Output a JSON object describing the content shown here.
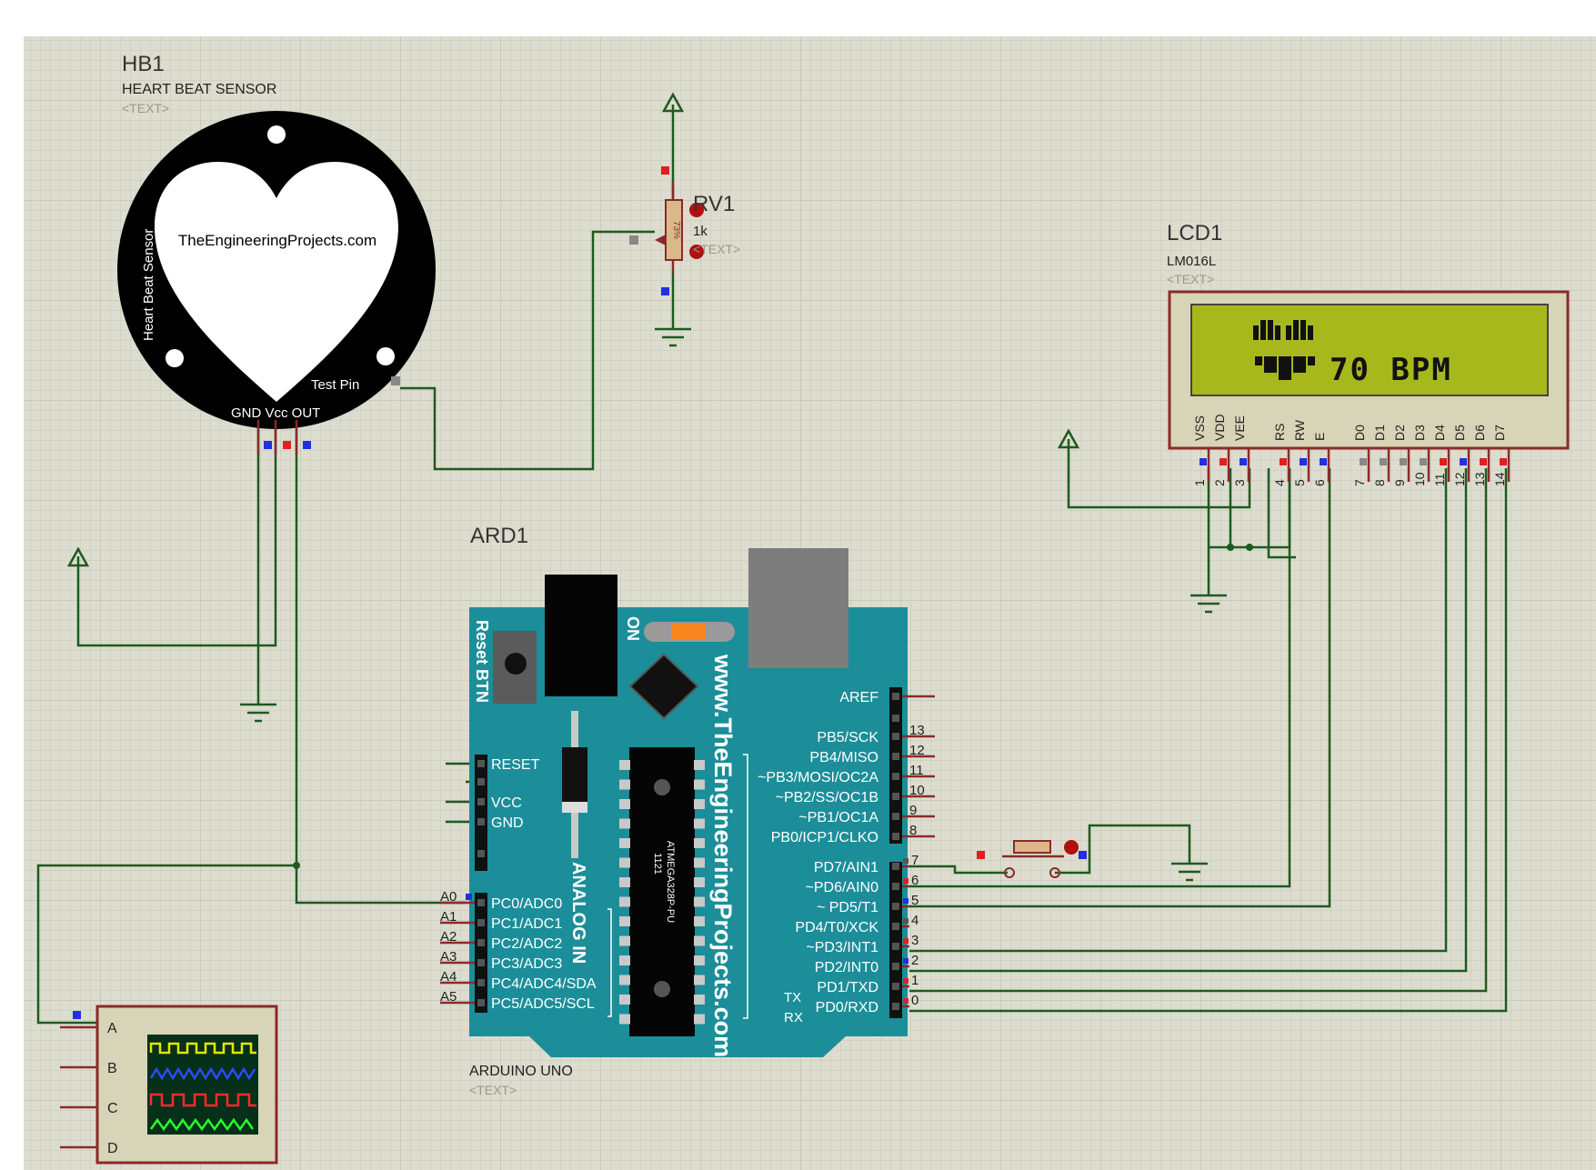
{
  "colors": {
    "sheet": "#dcdccf",
    "grid": "#c4c4b3",
    "wire": "#1f5a1f",
    "board": "#1b8e99",
    "lcd_screen": "#a7b81d",
    "lcd_frame": "#8b2a2a",
    "pin_red": "#e02020",
    "pin_blue": "#2030e0",
    "scope_frame": "#8b2a2a"
  },
  "sensor": {
    "ref": "HB1",
    "name": "HEART BEAT SENSOR",
    "text_placeholder": "<TEXT>",
    "website": "TheEngineeringProjects.com",
    "side_label": "Heart Beat Sensor",
    "test_pin": "Test Pin",
    "pins": "GND Vcc OUT"
  },
  "pot": {
    "ref": "RV1",
    "value": "1k",
    "text_placeholder": "<TEXT>",
    "body_label": "73%"
  },
  "lcd": {
    "ref": "LCD1",
    "model": "LM016L",
    "text_placeholder": "<TEXT>",
    "display_line2": "70 BPM",
    "pin_names": [
      "VSS",
      "VDD",
      "VEE",
      "RS",
      "RW",
      "E",
      "D0",
      "D1",
      "D2",
      "D3",
      "D4",
      "D5",
      "D6",
      "D7"
    ],
    "pin_numbers": [
      "1",
      "2",
      "3",
      "4",
      "5",
      "6",
      "7",
      "8",
      "9",
      "10",
      "11",
      "12",
      "13",
      "14"
    ]
  },
  "arduino": {
    "ref": "ARD1",
    "model": "ARDUINO UNO",
    "text_placeholder": "<TEXT>",
    "reset_label": "Reset BTN",
    "on_label": "ON",
    "website": "www.TheEngineeringProjects.com",
    "analog_label": "ANALOG IN",
    "chip_label": "ATMEGA328P-PU",
    "chip_code": "1121",
    "power_pins": [
      "RESET",
      "VCC",
      "GND"
    ],
    "analog_pins": [
      "A0",
      "A1",
      "A2",
      "A3",
      "A4",
      "A5"
    ],
    "analog_names": [
      "PC0/ADC0",
      "PC1/ADC1",
      "PC2/ADC2",
      "PC3/ADC3",
      "PC4/ADC4/SDA",
      "PC5/ADC5/SCL"
    ],
    "aref": "AREF",
    "digital_top_names": [
      "PB5/SCK",
      "PB4/MISO",
      "~PB3/MOSI/OC2A",
      "~PB2/SS/OC1B",
      "~PB1/OC1A",
      "PB0/ICP1/CLKO"
    ],
    "digital_top_numbers": [
      "13",
      "12",
      "11",
      "10",
      "9",
      "8"
    ],
    "digital_bottom_names": [
      "PD7/AIN1",
      "~PD6/AIN0",
      "~ PD5/T1",
      "PD4/T0/XCK",
      "~PD3/INT1",
      "PD2/INT0",
      "PD1/TXD",
      "PD0/RXD"
    ],
    "digital_bottom_numbers": [
      "7",
      "6",
      "5",
      "4",
      "3",
      "2",
      "1",
      "0"
    ],
    "tx_label": "TX",
    "rx_label": "RX"
  },
  "scope": {
    "channels": [
      "A",
      "B",
      "C",
      "D"
    ]
  }
}
